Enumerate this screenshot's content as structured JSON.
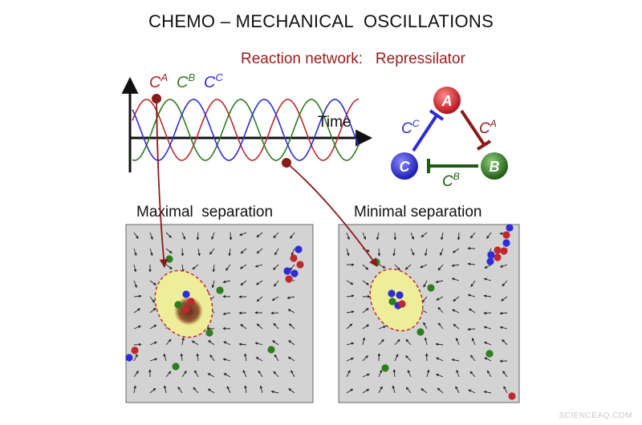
{
  "title": "CHEMO – MECHANICAL  OSCILLATIONS",
  "subtitle": "Reaction network:   Repressilator",
  "time_label": "Time",
  "concentration_labels": [
    {
      "base": "C",
      "sup": "A",
      "color": "#b22222"
    },
    {
      "base": "C",
      "sup": "B",
      "color": "#2e7d1e"
    },
    {
      "base": "C",
      "sup": "C",
      "color": "#2c2cd8"
    }
  ],
  "network": {
    "nodes": [
      "A",
      "B",
      "C"
    ],
    "edges": [
      {
        "from": "A",
        "to": "B",
        "label_base": "C",
        "label_sup": "A",
        "color": "#8b1a1a"
      },
      {
        "from": "B",
        "to": "C",
        "label_base": "C",
        "label_sup": "B",
        "color": "#1f5a14"
      },
      {
        "from": "C",
        "to": "A",
        "label_base": "C",
        "label_sup": "C",
        "color": "#2c2cd8"
      }
    ]
  },
  "panels": [
    {
      "label": "Maximal  separation"
    },
    {
      "label": "Minimal separation"
    }
  ],
  "colors": {
    "red": "#c0282d",
    "green": "#2e7d1e",
    "blue": "#2c2cd8",
    "arrow": "#8b1a1a",
    "panel_bg": "#d3d3d3"
  },
  "watermark": "SCIENCEAQ.COM"
}
